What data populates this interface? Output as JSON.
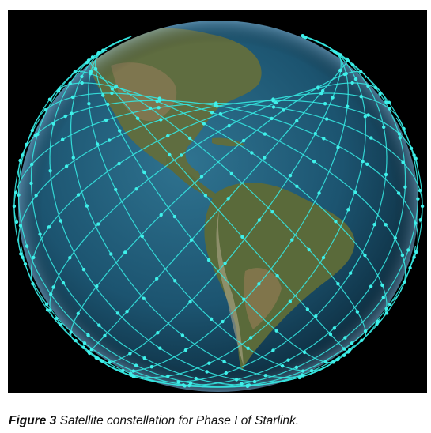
{
  "figure": {
    "label": "Figure 3",
    "caption_text": "Satellite constellation for Phase I of Starlink.",
    "image_subject": "Earth globe centered on the Americas with a cyan lattice of satellite orbit tracks"
  },
  "colors": {
    "background": "#000000",
    "ocean_deep": "#123a52",
    "ocean_light": "#2b6b86",
    "land": "#5c6b3e",
    "land_dry": "#8a7a55",
    "orbit_lines": "#35e6e0",
    "satellites": "#3ff0ea"
  }
}
